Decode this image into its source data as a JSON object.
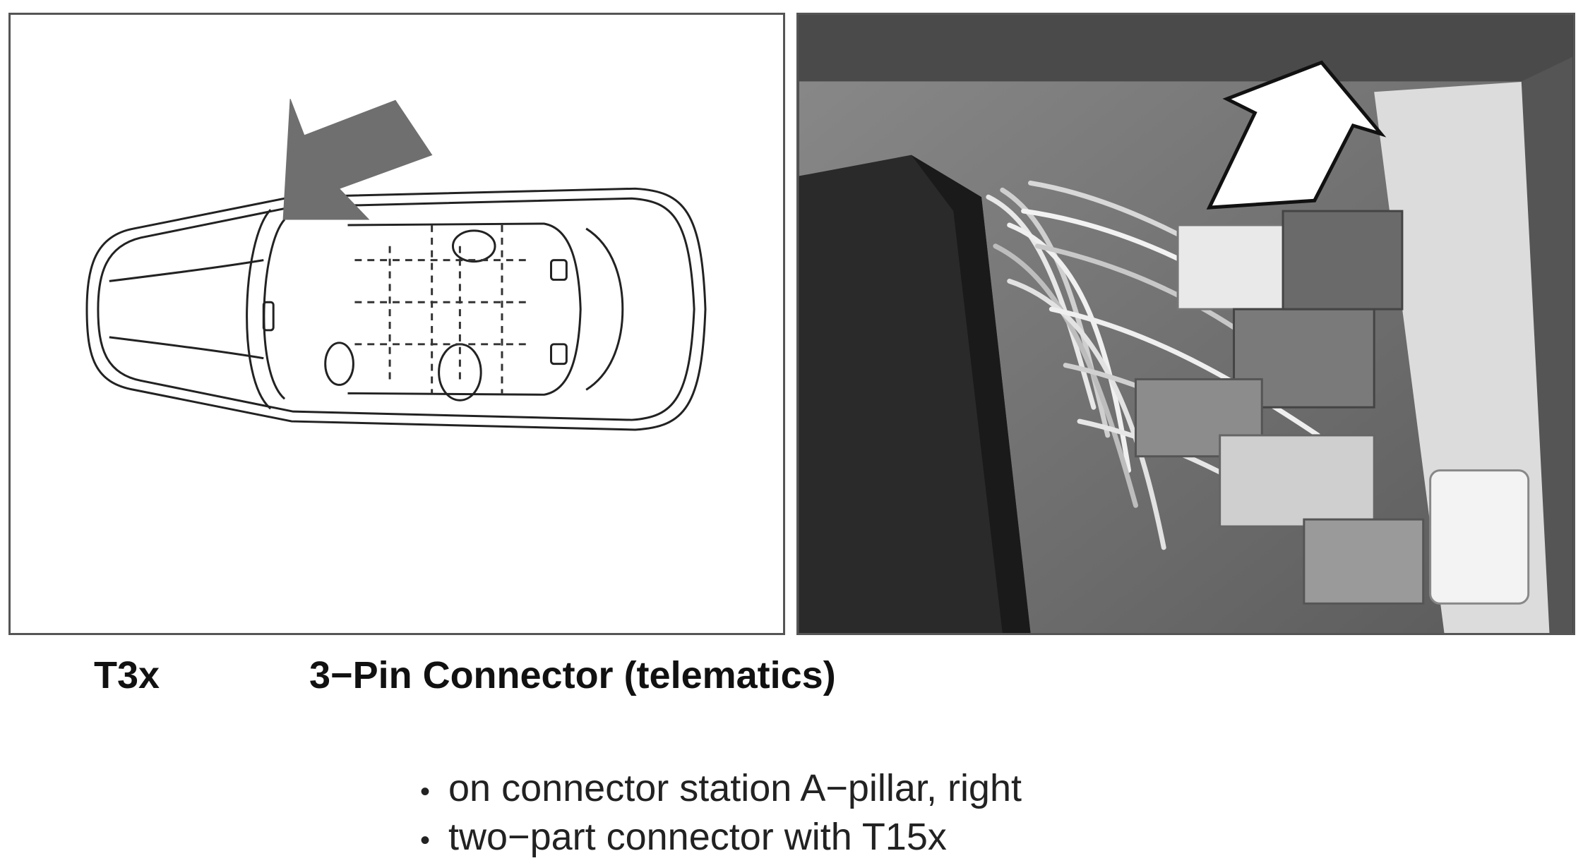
{
  "connector": {
    "id": "T3x",
    "title": "3−Pin Connector (telematics)"
  },
  "notes": [
    {
      "text": "on connector station A−pillar, right"
    },
    {
      "text": "two−part connector with T15x"
    }
  ],
  "colors": {
    "arrow_fill": "#6f6f6f",
    "border": "#555555"
  },
  "icons": {
    "left_panel": "car-top-view-diagram",
    "right_panel": "connector-station-photo"
  }
}
